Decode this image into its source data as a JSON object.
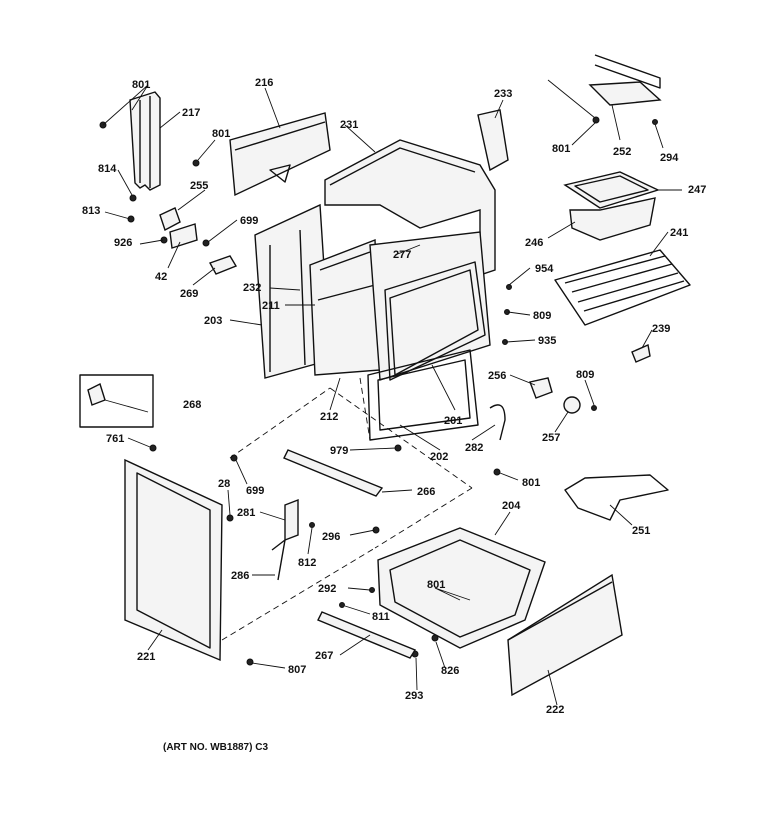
{
  "labels": {
    "p801a": "801",
    "p217": "217",
    "p216": "216",
    "p801b": "801",
    "p814": "814",
    "p255": "255",
    "p813": "813",
    "p926": "926",
    "p42": "42",
    "p699a": "699",
    "p269": "269",
    "p231": "231",
    "p233": "233",
    "p801c": "801",
    "p252": "252",
    "p294": "294",
    "p247": "247",
    "p246": "246",
    "p241": "241",
    "p277": "277",
    "p954": "954",
    "p232": "232",
    "p211": "211",
    "p203": "203",
    "p809a": "809",
    "p935": "935",
    "p239": "239",
    "p268": "268",
    "p256": "256",
    "p809b": "809",
    "p212": "212",
    "p201": "201",
    "p257": "257",
    "p761": "761",
    "p979": "979",
    "p202": "202",
    "p282": "282",
    "p699b": "699",
    "p801d": "801",
    "p28": "28",
    "p266": "266",
    "p281": "281",
    "p812": "812",
    "p296": "296",
    "p251": "251",
    "p204": "204",
    "p286": "286",
    "p292": "292",
    "p801e": "801",
    "p811": "811",
    "p221": "221",
    "p267": "267",
    "p826": "826",
    "p807": "807",
    "p293": "293",
    "p222": "222"
  },
  "art_note": "(ART NO. WB1887) C3"
}
